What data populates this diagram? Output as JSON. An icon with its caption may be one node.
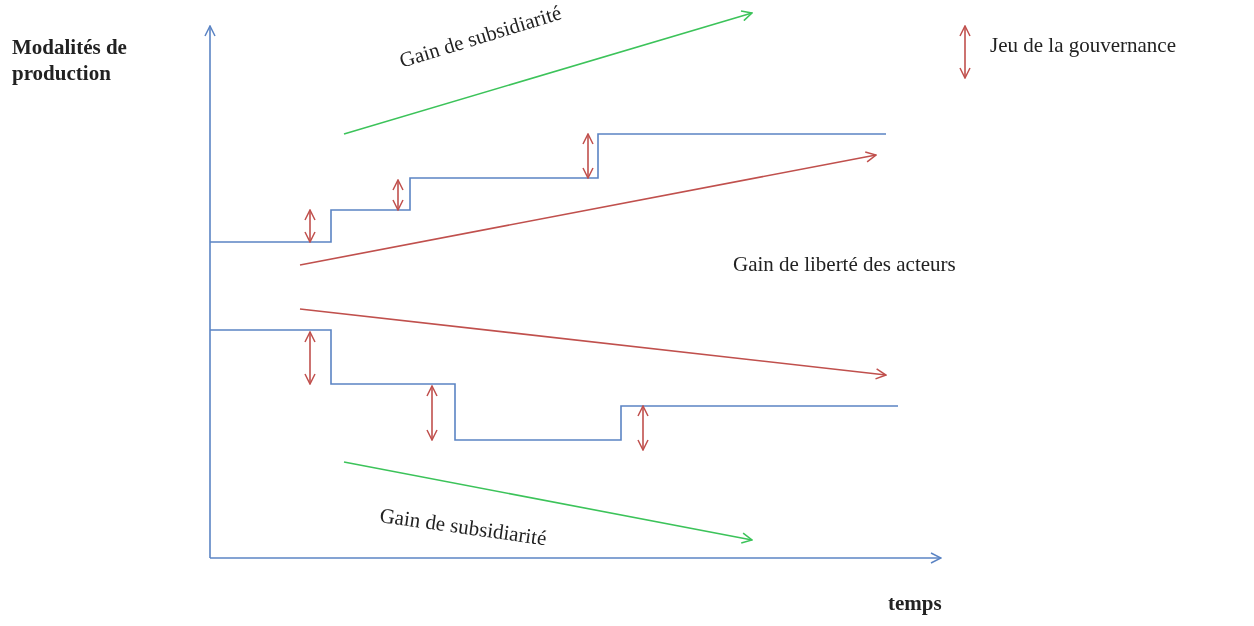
{
  "diagram": {
    "labels": [
      "Modalités de production",
      "Gain de subsidiarité",
      "Gain de liberté des acteurs",
      "Gain de subsidiarité",
      "temps"
    ],
    "legend": [
      {
        "text": "Jeu de la gouvernance"
      }
    ]
  }
}
